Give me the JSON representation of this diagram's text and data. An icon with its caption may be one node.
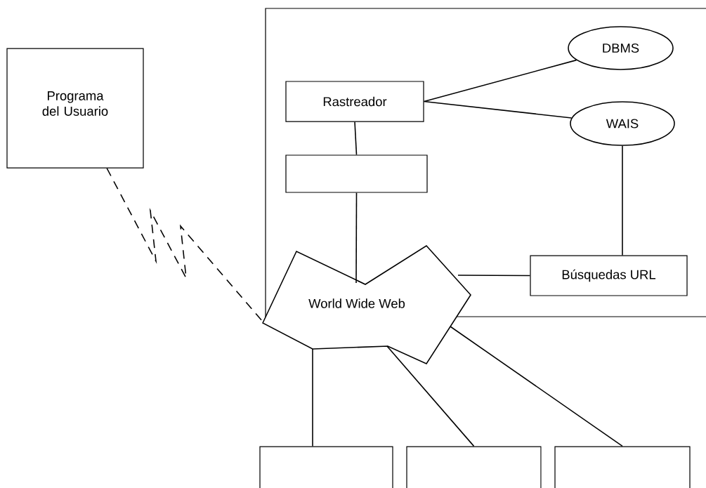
{
  "diagram": {
    "nodes": [
      {
        "text": [
          "Programa del Usuario"
        ]
      },
      {
        "text": [
          "Rastreador"
        ]
      },
      {
        "text": [],
        "shape": "box"
      },
      {
        "text": [
          "DBMS"
        ]
      },
      {
        "text": [
          "WAIS"
        ]
      },
      {
        "text": [
          "World Wide Web"
        ]
      },
      {
        "text": [
          "Búsquedas URL"
        ]
      },
      {
        "text": [],
        "shape": "box"
      },
      {
        "text": [],
        "shape": "box"
      },
      {
        "text": [],
        "shape": "box"
      }
    ],
    "edges": [
      {
        "from": 0,
        "to": 5,
        "arrow": "none",
        "style": "dashed"
      },
      {
        "from": 1,
        "to": 3,
        "arrow": "none"
      },
      {
        "from": 1,
        "to": 4,
        "arrow": "none"
      },
      {
        "from": 1,
        "to": 2,
        "arrow": "none"
      },
      {
        "from": 2,
        "to": 5,
        "arrow": "none"
      },
      {
        "from": 4,
        "to": 6,
        "arrow": "none"
      },
      {
        "from": 5,
        "to": 6,
        "arrow": "none"
      },
      {
        "from": 5,
        "to": 7,
        "arrow": "none"
      },
      {
        "from": 5,
        "to": 8,
        "arrow": "none"
      },
      {
        "from": 5,
        "to": 9,
        "arrow": "none"
      }
    ]
  }
}
